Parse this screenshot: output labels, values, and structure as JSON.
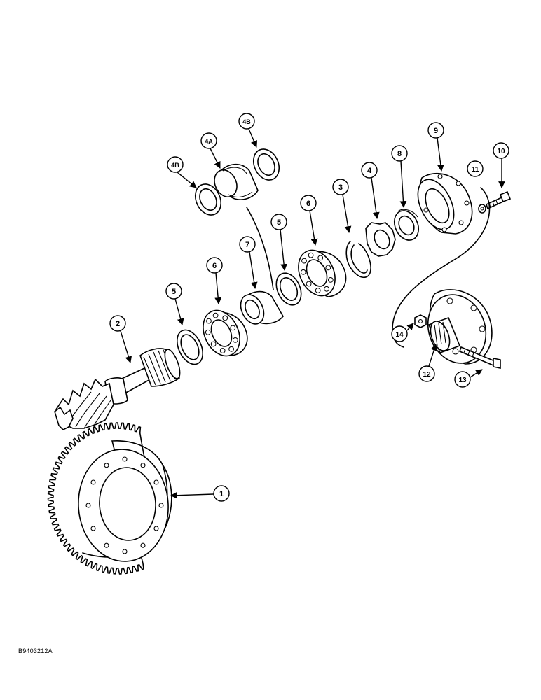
{
  "figure_code": "B9403212A",
  "callouts": [
    {
      "key": "c1",
      "label": "1"
    },
    {
      "key": "c2",
      "label": "2"
    },
    {
      "key": "c3",
      "label": "3"
    },
    {
      "key": "c4",
      "label": "4"
    },
    {
      "key": "c4a",
      "label": "4A"
    },
    {
      "key": "c4b_left",
      "label": "4B"
    },
    {
      "key": "c4b_right",
      "label": "4B"
    },
    {
      "key": "c5_left",
      "label": "5"
    },
    {
      "key": "c5_right",
      "label": "5"
    },
    {
      "key": "c6_left",
      "label": "6"
    },
    {
      "key": "c6_right",
      "label": "6"
    },
    {
      "key": "c7",
      "label": "7"
    },
    {
      "key": "c8",
      "label": "8"
    },
    {
      "key": "c9",
      "label": "9"
    },
    {
      "key": "c10",
      "label": "10"
    },
    {
      "key": "c11",
      "label": "11"
    },
    {
      "key": "c12",
      "label": "12"
    },
    {
      "key": "c13",
      "label": "13"
    },
    {
      "key": "c14",
      "label": "14"
    }
  ],
  "line_color": "#000000",
  "background": "#ffffff"
}
